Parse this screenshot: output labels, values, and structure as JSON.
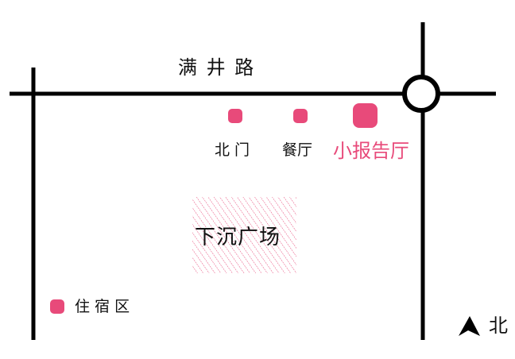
{
  "colors": {
    "accent": "#e84a7a",
    "road": "#000000"
  },
  "road_name": "满 井 路",
  "places": {
    "north_gate": "北 门",
    "restaurant": "餐厅",
    "lecture_hall": "小报告厅",
    "sunken_plaza": "下沉广场",
    "dormitory": "住 宿 区"
  },
  "compass": {
    "icon": "north-arrow-icon",
    "label": "北"
  }
}
